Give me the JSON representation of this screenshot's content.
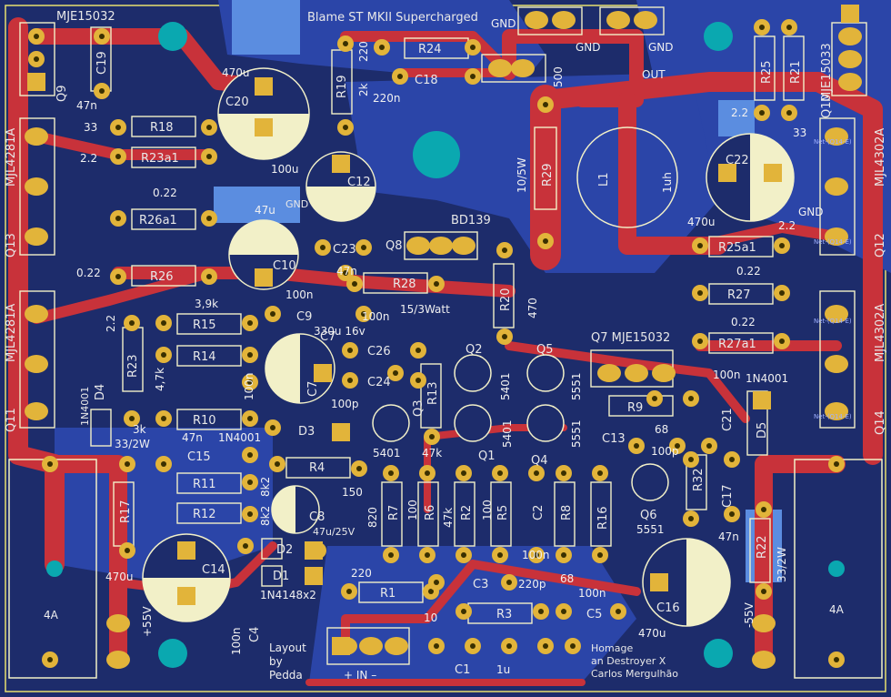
{
  "board": {
    "title": "Blame ST MKII Supercharged",
    "credits": [
      "Homage",
      "an Destroyer X",
      "Carlos Mergulhão"
    ],
    "layout": [
      "Layout",
      "by",
      "Pedda"
    ],
    "input_label": "+  IN  –",
    "out_label": "OUT",
    "gnd": "GND",
    "v_pos": "+55V",
    "v_neg": "-55V",
    "fuse": "4A",
    "netlabel": "Net-(Q14-E)",
    "colors": {
      "board": "#1d2c6b",
      "pour": "#2b45a8",
      "bright": "#5b8de0",
      "trace": "#c8323a",
      "pad": "#e2b43a",
      "silk": "#f2f0c8",
      "edge": "#e8e070",
      "hole": "#0aa8b0"
    }
  },
  "components": {
    "r18": "R18",
    "r23a1": "R23a1",
    "r26a1": "R26a1",
    "r26": "R26",
    "r15": "R15",
    "r14": "R14",
    "r23": "R23",
    "r10": "R10",
    "r11": "R11",
    "r12": "R12",
    "r17": "R17",
    "r4": "R4",
    "r7": "R7",
    "r6": "R6",
    "r2": "R2",
    "r5": "R5",
    "r1": "R1",
    "r3": "R3",
    "r8": "R8",
    "r16": "R16",
    "r9": "R9",
    "r32": "R32",
    "r22": "R22",
    "r25": "R25",
    "r21": "R21",
    "r25a1": "R25a1",
    "r27": "R27",
    "r27a1": "R27a1",
    "r19": "R19",
    "r24": "R24",
    "r28": "R28",
    "r29": "R29",
    "r20": "R20",
    "r13": "R13",
    "c19": "C19",
    "c20": "C20",
    "c12": "C12",
    "c10": "C10",
    "c23": "C23",
    "c18": "C18",
    "c9": "C9",
    "c7": "C7",
    "c26": "C26",
    "c24": "C24",
    "c15": "C15",
    "c8": "C8",
    "c14": "C14",
    "c4": "C4",
    "c3": "C3",
    "c5": "C5",
    "c2": "C2",
    "c1": "C1",
    "c13": "C13",
    "c21": "C21",
    "c17": "C17",
    "c16": "C16",
    "c22": "C22",
    "q9": "Q9",
    "q13": "Q13",
    "q11": "Q11",
    "q8": "Q8",
    "q2": "Q2",
    "q5": "Q5",
    "q3": "Q3",
    "q1": "Q1",
    "q4": "Q4",
    "q6": "Q6",
    "q7": "Q7",
    "q10": "Q10",
    "q12": "Q12",
    "q14": "Q14",
    "d1": "D1",
    "d2": "D2",
    "d3": "D3",
    "d4": "D4",
    "d5": "D5",
    "l1": "L1"
  },
  "values": {
    "mje15032_l": "MJE15032",
    "mje15033": "MJE15033",
    "mjl4281a": "MJL4281A",
    "mjl4302a": "MJL4302A",
    "bd139": "BD139",
    "q7part": "Q7 MJE15032",
    "n4001": "1N4001",
    "n4148": "1N4148x2",
    "v470u": "470u",
    "v47n": "47n",
    "v33": "33",
    "v2_2": "2.2",
    "v0_22": "0.22",
    "v100u": "100u",
    "v47u": "47u",
    "v100n": "100n",
    "v3_9k": "3,9k",
    "v4_7k": "4,7k",
    "v3k": "3k",
    "v33_2w": "33/2W",
    "v220": "220",
    "v2k": "2k",
    "v220n": "220n",
    "v500": "500",
    "v10_5w": "10/5W",
    "v1uh": "1uh",
    "v15_3w": "15/3Watt",
    "v470": "470",
    "v330u": "330u 16v",
    "v100p": "100p",
    "v5401": "5401",
    "v5551": "5551",
    "v47k": "47k",
    "v150": "150",
    "v820": "820",
    "v100": "100",
    "v8k2": "8k2",
    "v47u25": "47u/25V",
    "v68": "68",
    "v220p": "220p",
    "v10": "10",
    "v1u": "1u"
  }
}
